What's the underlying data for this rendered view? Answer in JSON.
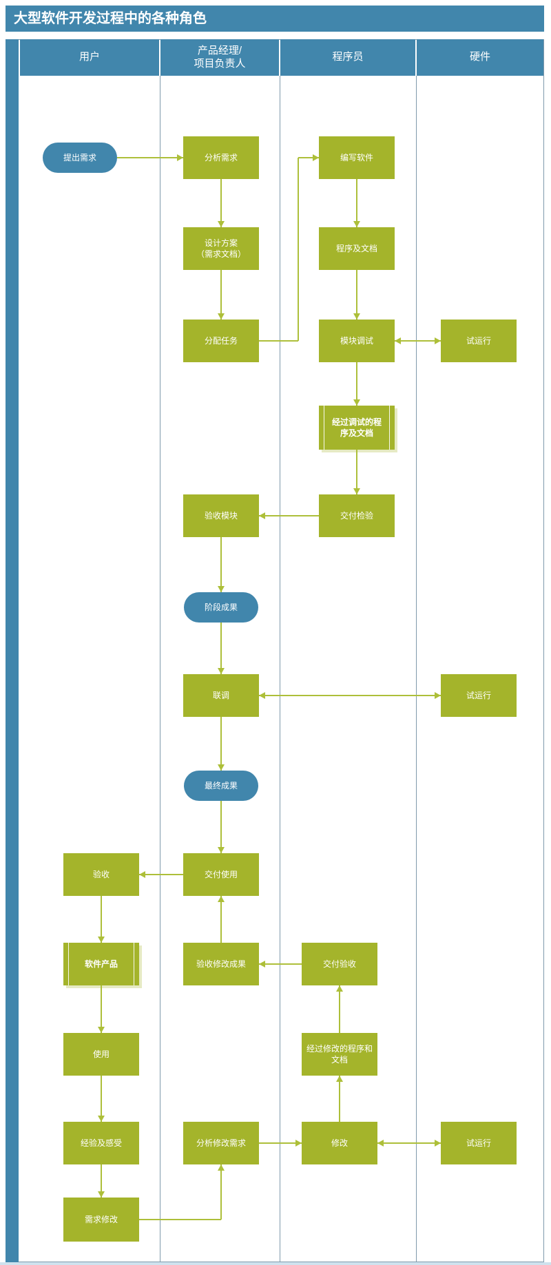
{
  "title": "大型软件开发过程中的各种角色",
  "colors": {
    "blue": "#4186ac",
    "green": "#a4b42b",
    "connector": "#adbf39",
    "lane_border": "#7e99ab"
  },
  "lanes": [
    {
      "label": "用户"
    },
    {
      "label": "产品经理/\n项目负责人"
    },
    {
      "label": "程序员"
    },
    {
      "label": "硬件"
    }
  ],
  "nodesById": {
    "tichuxuqiu": {
      "label": "提出需求",
      "shape": "pill",
      "lane": "用户"
    },
    "yanshou": {
      "label": "验收",
      "shape": "rect",
      "lane": "用户"
    },
    "ruanjianchanpin": {
      "label": "软件产品",
      "shape": "predef",
      "lane": "用户"
    },
    "shiyong": {
      "label": "使用",
      "shape": "rect",
      "lane": "用户"
    },
    "jingyan": {
      "label": "经验及感受",
      "shape": "rect",
      "lane": "用户"
    },
    "xuqiuxiugai": {
      "label": "需求修改",
      "shape": "rect",
      "lane": "用户"
    },
    "fenxixuqiu": {
      "label": "分析需求",
      "shape": "rect",
      "lane": "产品经理/项目负责人"
    },
    "shejifangan": {
      "label": "设计方案\n（需求文档）",
      "shape": "rect",
      "lane": "产品经理/项目负责人"
    },
    "fenpeirenwu": {
      "label": "分配任务",
      "shape": "rect",
      "lane": "产品经理/项目负责人"
    },
    "yanshoumokuai": {
      "label": "验收模块",
      "shape": "rect",
      "lane": "产品经理/项目负责人"
    },
    "jieduanchengguo": {
      "label": "阶段成果",
      "shape": "pill",
      "lane": "产品经理/项目负责人"
    },
    "liandiao": {
      "label": "联调",
      "shape": "rect",
      "lane": "产品经理/项目负责人"
    },
    "zuizhongchengguo": {
      "label": "最终成果",
      "shape": "pill",
      "lane": "产品经理/项目负责人"
    },
    "jiaofushiyong": {
      "label": "交付使用",
      "shape": "rect",
      "lane": "产品经理/项目负责人"
    },
    "yanshouxiugaichengguo": {
      "label": "验收修改成果",
      "shape": "rect",
      "lane": "产品经理/项目负责人"
    },
    "fenxixiugaixuqiu": {
      "label": "分析修改需求",
      "shape": "rect",
      "lane": "产品经理/项目负责人"
    },
    "bianxieruanjian": {
      "label": "编写软件",
      "shape": "rect",
      "lane": "程序员"
    },
    "chengxuwendang": {
      "label": "程序及文档",
      "shape": "rect",
      "lane": "程序员"
    },
    "mokuaitiaoshi": {
      "label": "模块调试",
      "shape": "rect",
      "lane": "程序员"
    },
    "jingguotiaoshi": {
      "label": "经过调试的程\n序及文档",
      "shape": "predef",
      "lane": "程序员"
    },
    "jiaofujianyan": {
      "label": "交付检验",
      "shape": "rect",
      "lane": "程序员"
    },
    "jiaofuyanshou": {
      "label": "交付验收",
      "shape": "rect",
      "lane": "程序员"
    },
    "jingguoxiugai": {
      "label": "经过修改的程序和\n文档",
      "shape": "rect",
      "lane": "程序员"
    },
    "xiugai": {
      "label": "修改",
      "shape": "rect",
      "lane": "程序员"
    },
    "shiyunxing1": {
      "label": "试运行",
      "shape": "rect",
      "lane": "硬件"
    },
    "shiyunxing2": {
      "label": "试运行",
      "shape": "rect",
      "lane": "硬件"
    },
    "shiyunxing3": {
      "label": "试运行",
      "shape": "rect",
      "lane": "硬件"
    }
  },
  "edges": [
    {
      "from": "tichuxuqiu",
      "to": "fenxixuqiu",
      "arrows": "end"
    },
    {
      "from": "fenxixuqiu",
      "to": "shejifangan",
      "arrows": "end"
    },
    {
      "from": "shejifangan",
      "to": "fenpeirenwu",
      "arrows": "end"
    },
    {
      "from": "fenpeirenwu",
      "to": "bianxieruanjian",
      "arrows": "end"
    },
    {
      "from": "bianxieruanjian",
      "to": "chengxuwendang",
      "arrows": "end"
    },
    {
      "from": "chengxuwendang",
      "to": "mokuaitiaoshi",
      "arrows": "end"
    },
    {
      "from": "mokuaitiaoshi",
      "to": "shiyunxing1",
      "arrows": "both"
    },
    {
      "from": "mokuaitiaoshi",
      "to": "jingguotiaoshi",
      "arrows": "end"
    },
    {
      "from": "jingguotiaoshi",
      "to": "jiaofujianyan",
      "arrows": "end"
    },
    {
      "from": "jiaofujianyan",
      "to": "yanshoumokuai",
      "arrows": "end"
    },
    {
      "from": "yanshoumokuai",
      "to": "jieduanchengguo",
      "arrows": "end"
    },
    {
      "from": "jieduanchengguo",
      "to": "liandiao",
      "arrows": "end"
    },
    {
      "from": "liandiao",
      "to": "shiyunxing2",
      "arrows": "both"
    },
    {
      "from": "liandiao",
      "to": "zuizhongchengguo",
      "arrows": "end"
    },
    {
      "from": "zuizhongchengguo",
      "to": "jiaofushiyong",
      "arrows": "end"
    },
    {
      "from": "jiaofushiyong",
      "to": "yanshou",
      "arrows": "end"
    },
    {
      "from": "yanshou",
      "to": "ruanjianchanpin",
      "arrows": "end"
    },
    {
      "from": "ruanjianchanpin",
      "to": "shiyong",
      "arrows": "end"
    },
    {
      "from": "shiyong",
      "to": "jingyan",
      "arrows": "end"
    },
    {
      "from": "jingyan",
      "to": "xuqiuxiugai",
      "arrows": "end"
    },
    {
      "from": "xuqiuxiugai",
      "to": "fenxixiugaixuqiu",
      "arrows": "end"
    },
    {
      "from": "fenxixiugaixuqiu",
      "to": "xiugai",
      "arrows": "end"
    },
    {
      "from": "xiugai",
      "to": "shiyunxing3",
      "arrows": "both"
    },
    {
      "from": "xiugai",
      "to": "jingguoxiugai",
      "arrows": "end"
    },
    {
      "from": "jingguoxiugai",
      "to": "jiaofuyanshou",
      "arrows": "end"
    },
    {
      "from": "jiaofuyanshou",
      "to": "yanshouxiugaichengguo",
      "arrows": "end"
    },
    {
      "from": "yanshouxiugaichengguo",
      "to": "jiaofushiyong",
      "arrows": "end"
    }
  ]
}
